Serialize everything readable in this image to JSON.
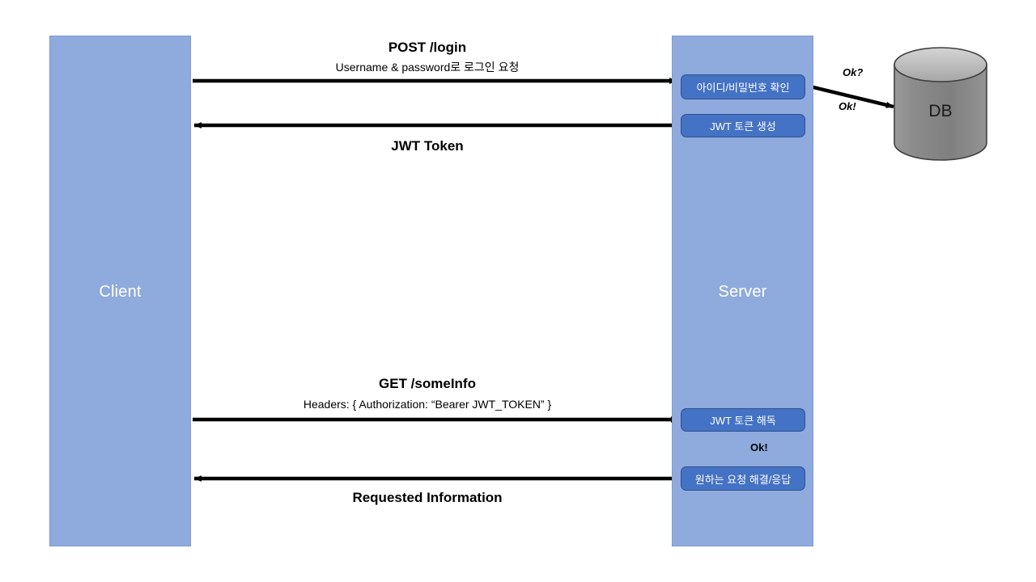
{
  "diagram": {
    "title": "JWT authentication sequence diagram",
    "colors": {
      "lifeline_fill": "#8faadc",
      "lifeline_border": "#7e9cd4",
      "process_box_fill": "#4472c4",
      "process_box_border": "#2f528f",
      "db_fill_dark": "#808080",
      "db_fill_light": "#bfbfbf",
      "arrow": "#000000",
      "background": "#ffffff"
    }
  },
  "actors": [
    {
      "id": "client",
      "label": "Client"
    },
    {
      "id": "server",
      "label": "Server"
    },
    {
      "id": "db",
      "label": "DB"
    }
  ],
  "server_steps": [
    {
      "id": "verify-credentials",
      "label": "아이디/비밀번호 확인"
    },
    {
      "id": "generate-jwt",
      "label": "JWT 토큰 생성"
    },
    {
      "id": "decode-jwt",
      "label": "JWT 토큰 해독"
    },
    {
      "id": "resolve-request",
      "label": "원하는 요청 해결/응답"
    }
  ],
  "messages": [
    {
      "id": "post-login",
      "title": "POST /login",
      "subtitle": "Username & password로 로그인 요청",
      "from": "client",
      "to": "server",
      "direction": "right"
    },
    {
      "id": "jwt-token",
      "title": "JWT Token",
      "subtitle": "",
      "from": "server",
      "to": "client",
      "direction": "left"
    },
    {
      "id": "get-someinfo",
      "title": "GET /someInfo",
      "subtitle": "Headers: { Authorization: “Bearer JWT_TOKEN” }",
      "from": "client",
      "to": "server",
      "direction": "right"
    },
    {
      "id": "requested-information",
      "title": "Requested Information",
      "subtitle": "",
      "from": "server",
      "to": "client",
      "direction": "left"
    }
  ],
  "annotations": [
    {
      "id": "db-query",
      "label": "Ok?",
      "style": "bold-italic"
    },
    {
      "id": "db-response",
      "label": "Ok!",
      "style": "bold-italic"
    },
    {
      "id": "decode-ok",
      "label": "Ok!",
      "style": "bold"
    }
  ]
}
